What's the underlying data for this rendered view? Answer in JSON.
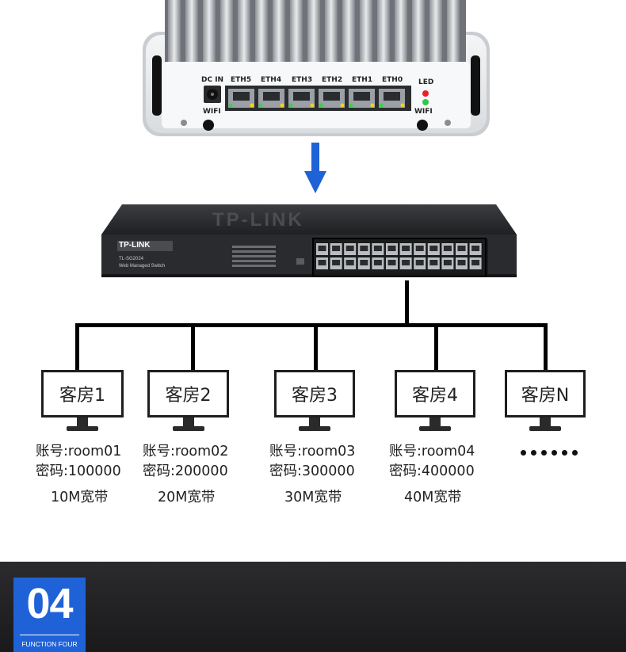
{
  "router": {
    "dc_in": "DC IN",
    "ports": [
      "ETH5",
      "ETH4",
      "ETH3",
      "ETH2",
      "ETH1",
      "ETH0"
    ],
    "led": "LED",
    "wifi_left": "WIFI",
    "wifi_right": "WIFI"
  },
  "switch": {
    "brand": "TP-LINK",
    "model": "TL-SG2024",
    "desc": "Web Managed Switch",
    "top_logo": "TP-LINK"
  },
  "rooms": [
    {
      "name": "客房1",
      "account": "账号:room01",
      "password": "密码:100000",
      "bandwidth": "10M宽带"
    },
    {
      "name": "客房2",
      "account": "账号:room02",
      "password": "密码:200000",
      "bandwidth": "20M宽带"
    },
    {
      "name": "客房3",
      "account": "账号:room03",
      "password": "密码:300000",
      "bandwidth": "30M宽带"
    },
    {
      "name": "客房4",
      "account": "账号:room04",
      "password": "密码:400000",
      "bandwidth": "40M宽带"
    },
    {
      "name": "客房N"
    }
  ],
  "footer": {
    "number": "04",
    "subtitle": "FUNCTION FOUR"
  },
  "colors": {
    "arrow": "#1f62d8",
    "badge": "#1f62d8",
    "footer_bg": "#222224",
    "led_red": "#e8202a",
    "led_green": "#2ec84a"
  }
}
